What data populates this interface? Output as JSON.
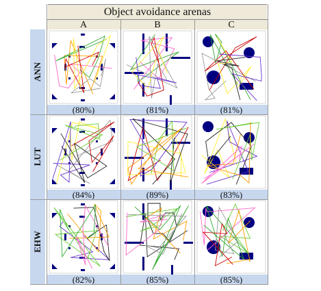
{
  "title": "Object avoidance arenas",
  "columns": [
    "A",
    "B",
    "C"
  ],
  "rows": [
    {
      "label": "ANN",
      "scores": [
        "(80%)",
        "(81%)",
        "(81%)"
      ]
    },
    {
      "label": "LUT",
      "scores": [
        "(84%)",
        "(89%)",
        "(83%)"
      ]
    },
    {
      "label": "EHW",
      "scores": [
        "(82%)",
        "(85%)",
        "(85%)"
      ]
    }
  ],
  "colors": {
    "header_bg": "#eee9d8",
    "row_bg": "#c6d7ee",
    "obstacle": "#000080",
    "paths": [
      "#ff9900",
      "#ff66cc",
      "#33aa33",
      "#999999",
      "#cc0000",
      "#ffee33",
      "#6633cc",
      "#222222",
      "#66cc33"
    ]
  }
}
